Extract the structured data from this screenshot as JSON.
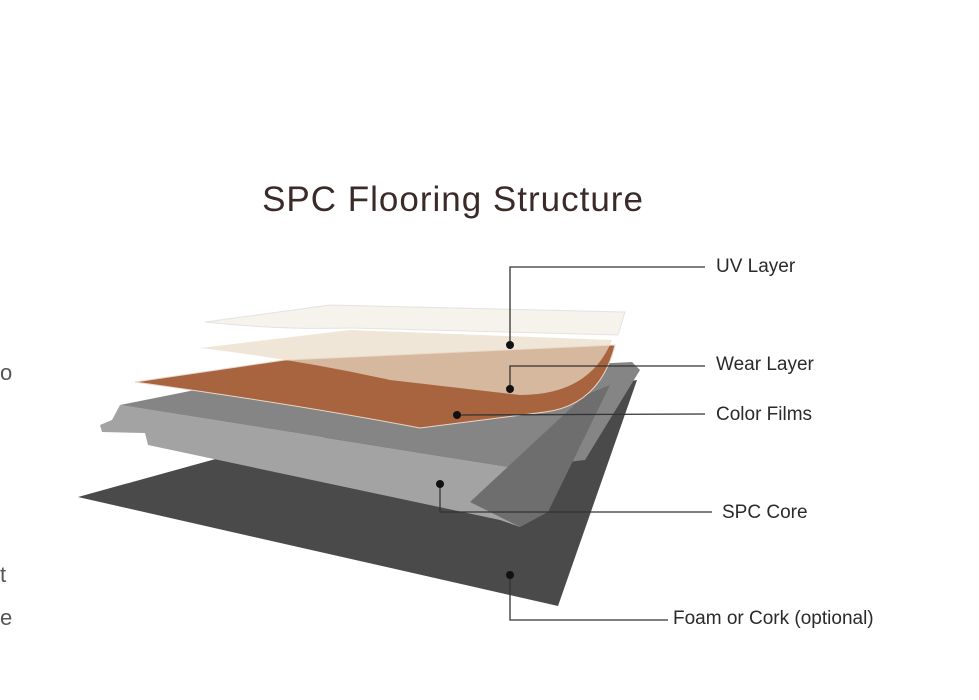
{
  "title": "SPC Flooring Structure",
  "layers": [
    {
      "label": "UV Layer",
      "color": "#f3ece4"
    },
    {
      "label": "Wear Layer",
      "color": "#eadbc8"
    },
    {
      "label": "Color Films",
      "color": "#a8643e"
    },
    {
      "label": "SPC Core",
      "color": "#8d8d8d"
    },
    {
      "label": "Foam or Cork (optional)",
      "color": "#4a4a4a"
    }
  ],
  "left_edge_fragments": [
    "o",
    "t",
    "e"
  ]
}
